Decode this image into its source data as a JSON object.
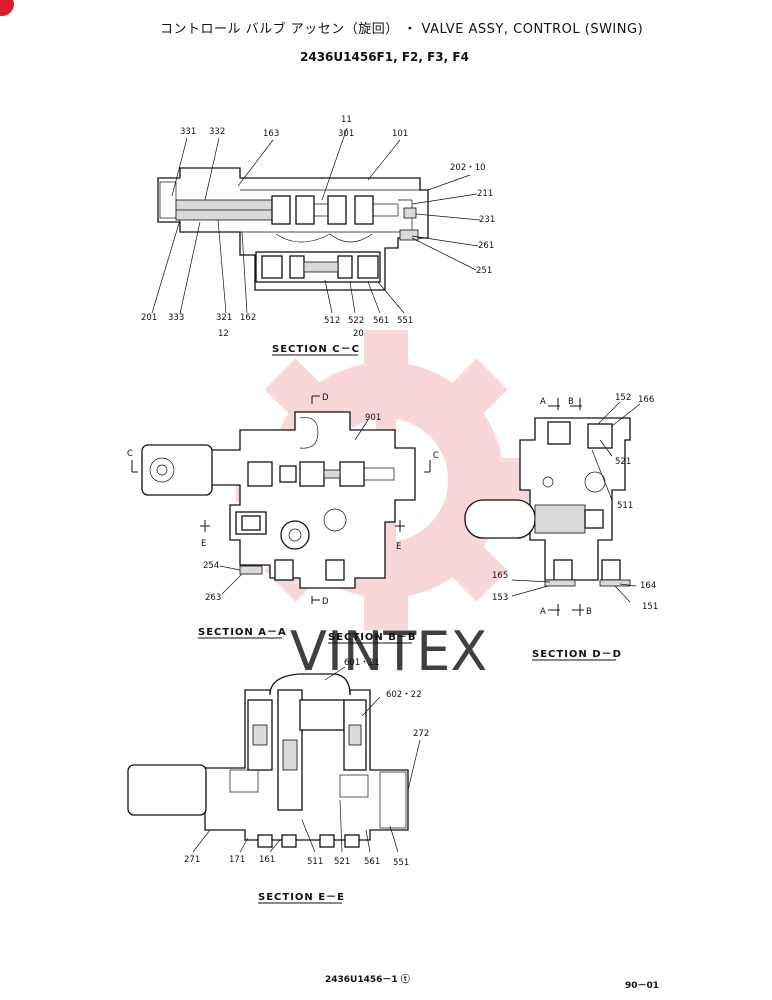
{
  "title": "コントロール バルブ アッセン（旋回）  ・  VALVE ASSY, CONTROL (SWING)",
  "part_numbers": "2436U1456F1, F2, F3, F4",
  "watermark": "VINTEX",
  "sections": {
    "cc": "SECTION  C－C",
    "aa": "SECTION  A－A",
    "bb": "SECTION  B－B",
    "dd": "SECTION  D－D",
    "ee": "SECTION  E－E"
  },
  "callouts_cc": [
    "331",
    "332",
    "163",
    "11",
    "301",
    "101",
    "202・10",
    "211",
    "231",
    "261",
    "251",
    "201",
    "333",
    "321",
    "12",
    "162",
    "512",
    "522",
    "20",
    "561",
    "551"
  ],
  "callouts_aa": [
    "D",
    "901",
    "C",
    "C",
    "E",
    "E",
    "254",
    "263",
    "D"
  ],
  "callouts_dd": [
    "A",
    "B",
    "152",
    "166",
    "521",
    "511",
    "165",
    "153",
    "164",
    "151",
    "A",
    "B"
  ],
  "callouts_ee": [
    "601・21",
    "602・22",
    "272",
    "271",
    "171",
    "161",
    "511",
    "521",
    "561",
    "551"
  ],
  "footer_code": "2436U1456－1 ⓣ",
  "page_number": "90－01",
  "colors": {
    "line": "#111111",
    "watermark": "#e8474f",
    "badge": "#d81e2c"
  }
}
